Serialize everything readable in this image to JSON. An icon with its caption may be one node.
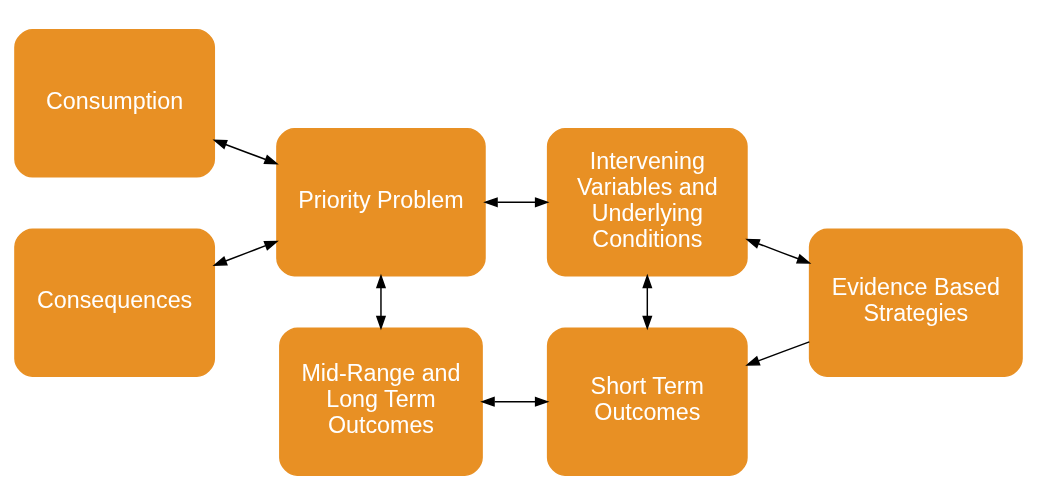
{
  "diagram": {
    "nodes": [
      {
        "text": [
          "Consumption"
        ]
      },
      {
        "text": [
          "Consequences"
        ]
      },
      {
        "text": [
          "Priority Problem"
        ]
      },
      {
        "text": [
          "Intervening Variables and Underlying Conditions"
        ]
      },
      {
        "text": [
          "Evidence Based Strategies"
        ]
      },
      {
        "text": [
          "Mid-Range and Long Term Outcomes"
        ]
      },
      {
        "text": [
          "Short Term Outcomes"
        ]
      }
    ],
    "edges": [
      {
        "from": 0,
        "to": 2,
        "arrow": "both"
      },
      {
        "from": 1,
        "to": 2,
        "arrow": "both"
      },
      {
        "from": 2,
        "to": 3,
        "arrow": "both"
      },
      {
        "from": 3,
        "to": 4,
        "arrow": "both"
      },
      {
        "from": 2,
        "to": 5,
        "arrow": "both"
      },
      {
        "from": 3,
        "to": 6,
        "arrow": "both"
      },
      {
        "from": 4,
        "to": 6,
        "arrow": "to"
      },
      {
        "from": 5,
        "to": 6,
        "arrow": "both"
      }
    ]
  }
}
